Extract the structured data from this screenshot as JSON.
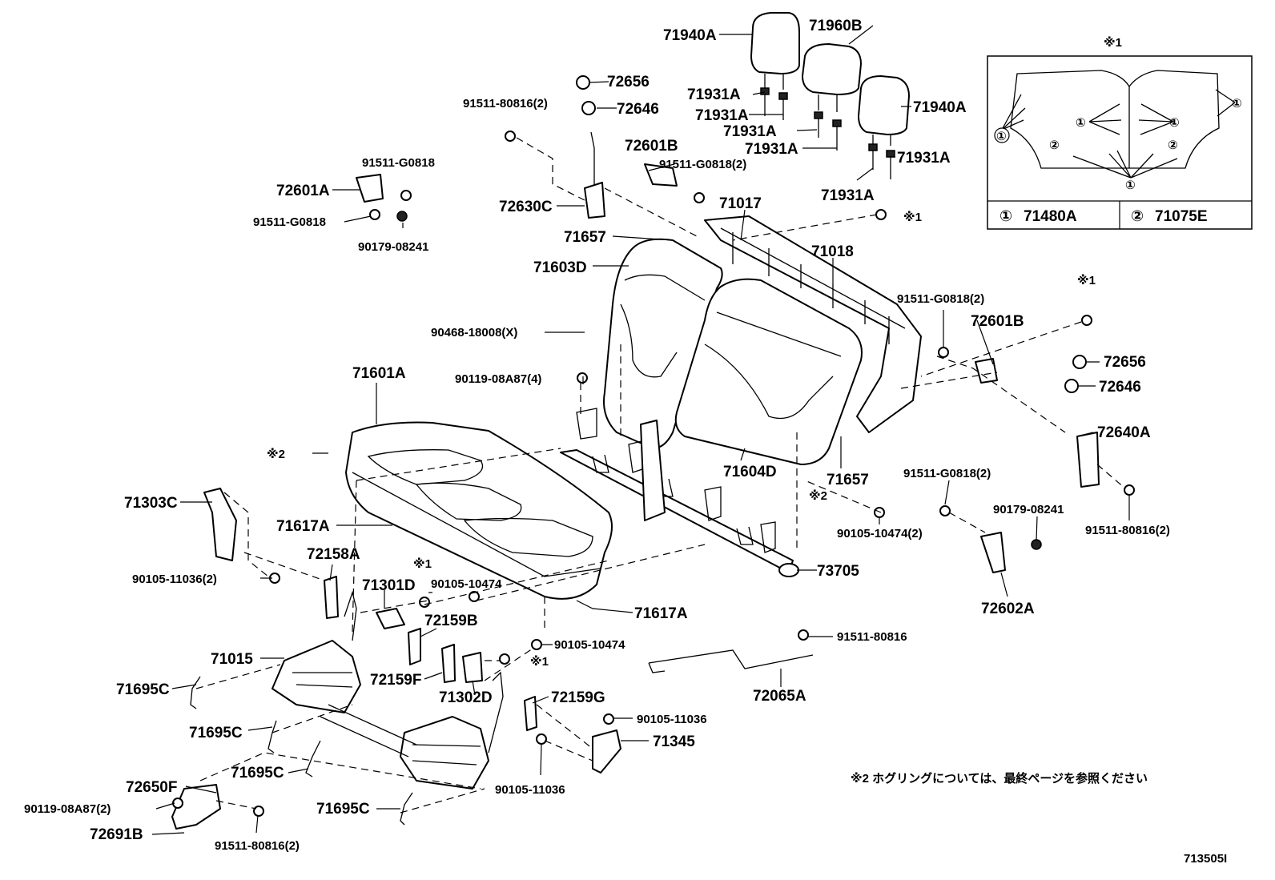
{
  "labels": {
    "l_71940a_1": "71940A",
    "l_71960b": "71960B",
    "l_72656_1": "72656",
    "l_91511_80816_2a": "91511-80816(2)",
    "l_72646_1": "72646",
    "l_71931a_1": "71931A",
    "l_71931a_2": "71931A",
    "l_71931a_3": "71931A",
    "l_71931a_4": "71931A",
    "l_71931a_5": "71931A",
    "l_71931a_6": "71931A",
    "l_71940a_2": "71940A",
    "l_91511_g0818_a": "91511-G0818",
    "l_72601a": "72601A",
    "l_91511_g0818_b": "91511-G0818",
    "l_90179_08241_a": "90179-08241",
    "l_72601b_1": "72601B",
    "l_91511_g0818_2a": "91511-G0818(2)",
    "l_72630c": "72630C",
    "l_71017": "71017",
    "l_71657_1": "71657",
    "l_71603d": "71603D",
    "l_71018": "71018",
    "l_90468": "90468-18008(X)",
    "l_91511_g0818_2b": "91511-G0818(2)",
    "l_72601b_2": "72601B",
    "l_72656_2": "72656",
    "l_72646_2": "72646",
    "l_71601a": "71601A",
    "l_90119_08a87_4": "90119-08A87(4)",
    "l_72640a": "72640A",
    "l_71604d": "71604D",
    "l_71657_2": "71657",
    "l_91511_g0818_2c": "91511-G0818(2)",
    "l_71303c": "71303C",
    "l_71617a_1": "71617A",
    "l_90179_08241_b": "90179-08241",
    "l_91511_80816_2b": "91511-80816(2)",
    "l_90105_10474_2": "90105-10474(2)",
    "l_72158a": "72158A",
    "l_73705": "73705",
    "l_90105_11036_2": "90105-11036(2)",
    "l_71301d": "71301D",
    "l_90105_10474_a": "90105-10474",
    "l_72602a": "72602A",
    "l_72159b": "72159B",
    "l_71617a_2": "71617A",
    "l_91511_80816": "91511-80816",
    "l_90105_10474_b": "90105-10474",
    "l_71015": "71015",
    "l_72159f": "72159F",
    "l_71695c_1": "71695C",
    "l_71302d": "71302D",
    "l_72159g": "72159G",
    "l_72065a": "72065A",
    "l_90105_11036_a": "90105-11036",
    "l_71695c_2": "71695C",
    "l_71345": "71345",
    "l_71695c_3": "71695C",
    "l_72650f": "72650F",
    "l_90105_11036_b": "90105-11036",
    "l_90119_08a87_2": "90119-08A87(2)",
    "l_71695c_4": "71695C",
    "l_72691b": "72691B",
    "l_91511_80816_2c": "91511-80816(2)"
  },
  "markers": {
    "ref1": "※1",
    "ref2": "※2"
  },
  "inset": {
    "title": "※1",
    "callout1": "①",
    "callout2": "②",
    "legend1_num": "①",
    "legend1_part": "71480A",
    "legend2_num": "②",
    "legend2_part": "71075E"
  },
  "footnote": "※2  ホグリングについては、最終ページを参照ください",
  "diagram_id": "713505I"
}
